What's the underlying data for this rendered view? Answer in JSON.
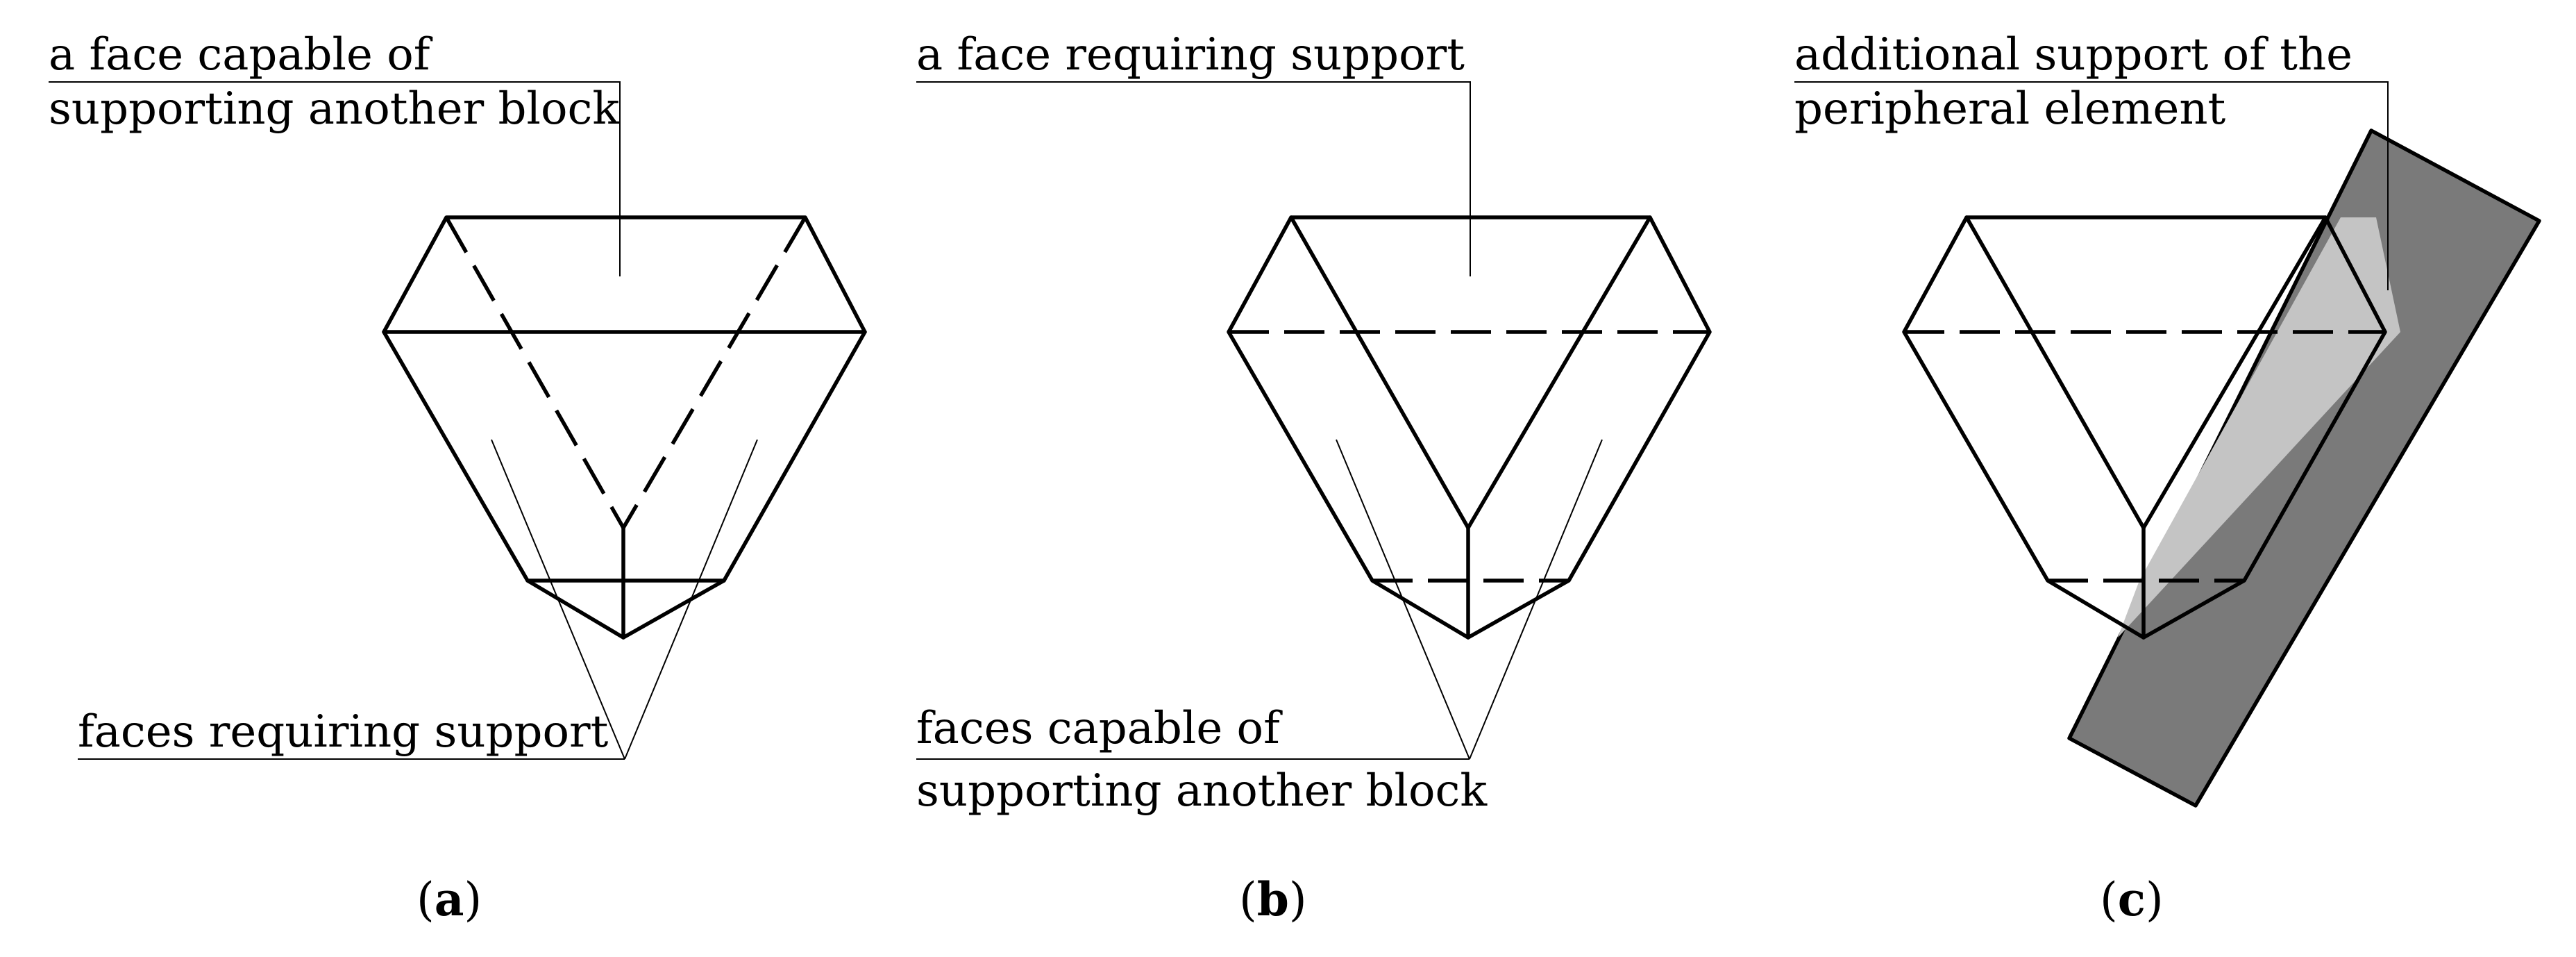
{
  "panel_a": {
    "label_top": [
      "a face capable of",
      "supporting another block"
    ],
    "label_bottom": [
      "faces requiring support"
    ],
    "caption": {
      "open": "(",
      "letter": "a",
      "close": ")"
    }
  },
  "panel_b": {
    "label_top": [
      "a face requiring support"
    ],
    "label_bottom": [
      "faces capable of",
      "supporting another block"
    ],
    "caption": {
      "open": "(",
      "letter": "b",
      "close": ")"
    }
  },
  "panel_c": {
    "label_top": [
      "additional support of the",
      "peripheral element"
    ],
    "caption": {
      "open": "(",
      "letter": "c",
      "close": ")"
    },
    "colors": {
      "support_dark": "#7a7a7a",
      "support_light": "#c4c4c4"
    }
  }
}
